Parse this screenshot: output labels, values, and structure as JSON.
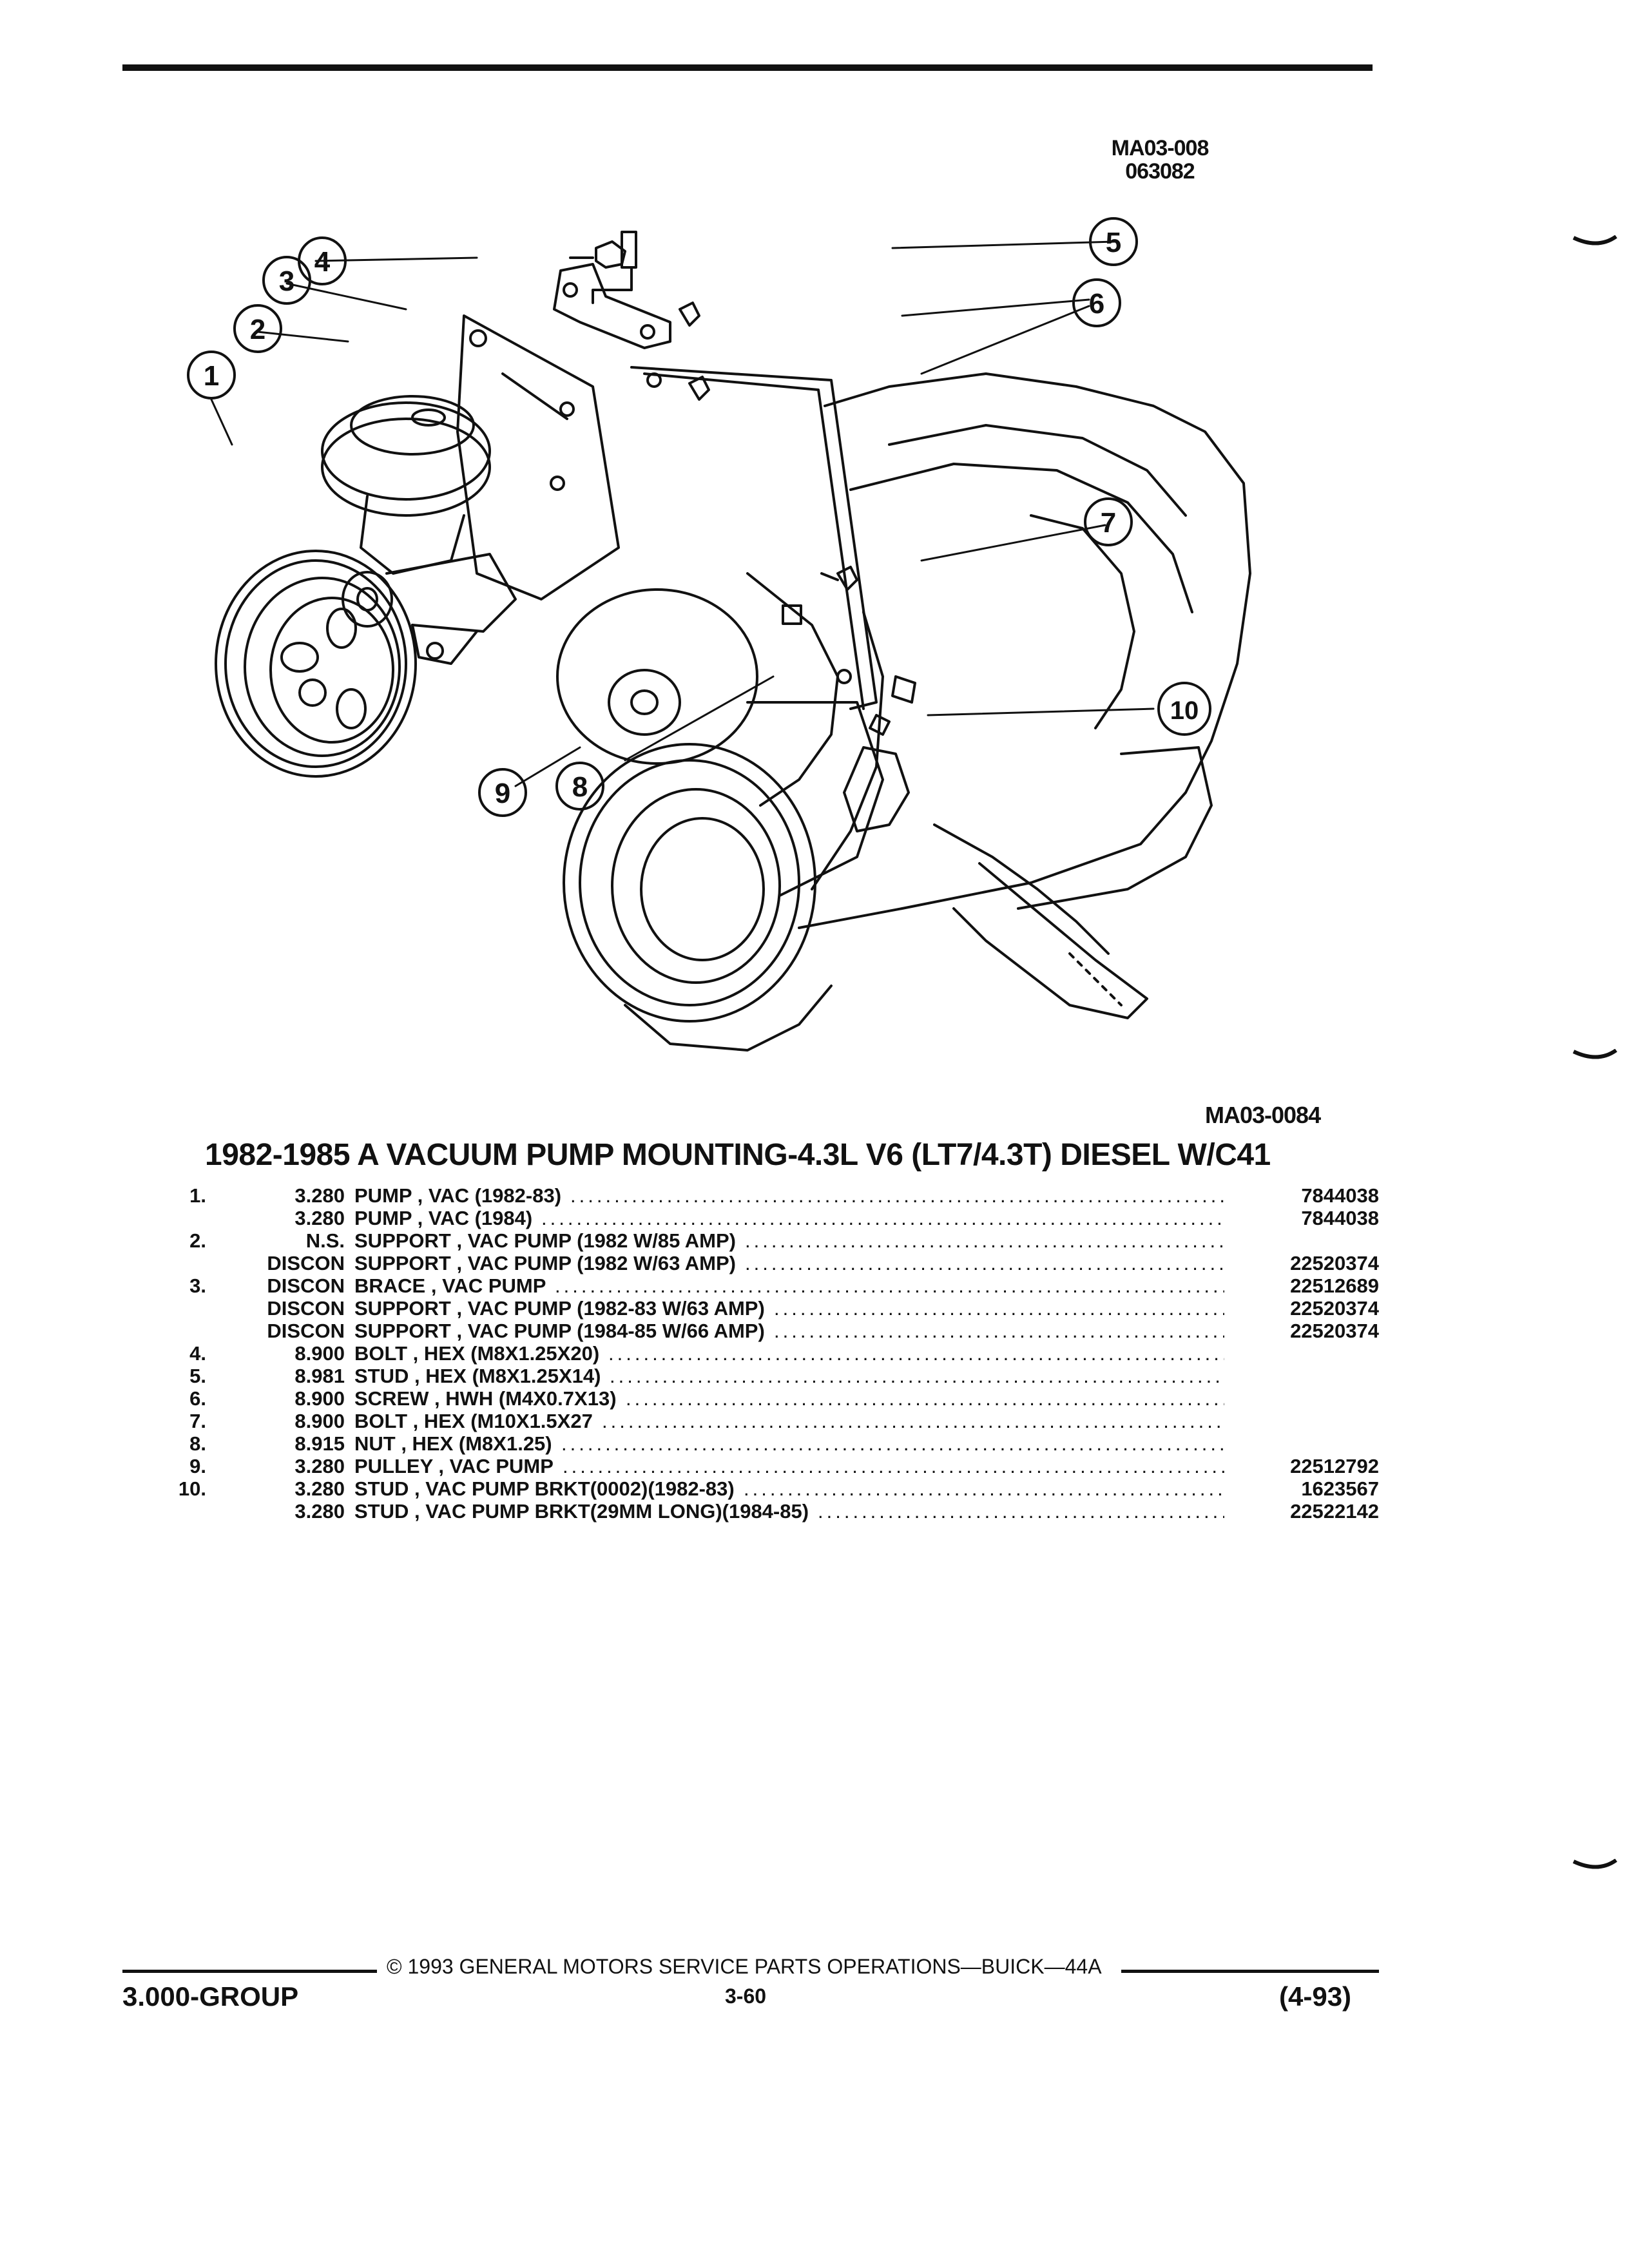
{
  "header": {
    "code_line1": "MA03-008",
    "code_line2": "063082"
  },
  "diagram": {
    "callouts": [
      "1",
      "2",
      "3",
      "4",
      "5",
      "6",
      "7",
      "8",
      "9",
      "10"
    ],
    "figure_code": "MA03-0084"
  },
  "title": "1982-1985 A VACUUM PUMP MOUNTING-4.3L V6 (LT7/4.3T) DIESEL W/C41",
  "parts": [
    {
      "num": "1.",
      "price": "3.280",
      "desc": "PUMP , VAC (1982-83)",
      "part": "7844038"
    },
    {
      "num": "",
      "price": "3.280",
      "desc": "PUMP , VAC (1984)",
      "part": "7844038"
    },
    {
      "num": "2.",
      "price": "N.S.",
      "desc": "SUPPORT , VAC PUMP (1982 W/85 AMP)",
      "part": ""
    },
    {
      "num": "",
      "price": "DISCON",
      "desc": "SUPPORT , VAC PUMP (1982 W/63 AMP)",
      "part": "22520374"
    },
    {
      "num": "3.",
      "price": "DISCON",
      "desc": "BRACE , VAC PUMP",
      "part": "22512689"
    },
    {
      "num": "",
      "price": "DISCON",
      "desc": "SUPPORT , VAC PUMP (1982-83 W/63 AMP)",
      "part": "22520374"
    },
    {
      "num": "",
      "price": "DISCON",
      "desc": "SUPPORT , VAC PUMP (1984-85 W/66 AMP)",
      "part": "22520374"
    },
    {
      "num": "4.",
      "price": "8.900",
      "desc": "BOLT , HEX (M8X1.25X20)",
      "part": ""
    },
    {
      "num": "5.",
      "price": "8.981",
      "desc": "STUD , HEX (M8X1.25X14)",
      "part": ""
    },
    {
      "num": "6.",
      "price": "8.900",
      "desc": "SCREW , HWH (M4X0.7X13)",
      "part": ""
    },
    {
      "num": "7.",
      "price": "8.900",
      "desc": "BOLT , HEX (M10X1.5X27",
      "part": ""
    },
    {
      "num": "8.",
      "price": "8.915",
      "desc": "NUT , HEX (M8X1.25)",
      "part": ""
    },
    {
      "num": "9.",
      "price": "3.280",
      "desc": "PULLEY , VAC PUMP",
      "part": "22512792"
    },
    {
      "num": "10.",
      "price": "3.280",
      "desc": "STUD , VAC PUMP BRKT(0002)(1982-83)",
      "part": "1623567"
    },
    {
      "num": "",
      "price": "3.280",
      "desc": "STUD , VAC PUMP BRKT(29MM LONG)(1984-85)",
      "part": "22522142"
    }
  ],
  "footer": {
    "copyright": "© 1993 GENERAL MOTORS SERVICE PARTS OPERATIONS—BUICK—44A",
    "group": "3.000-GROUP",
    "page": "3-60",
    "date": "(4-93)"
  }
}
